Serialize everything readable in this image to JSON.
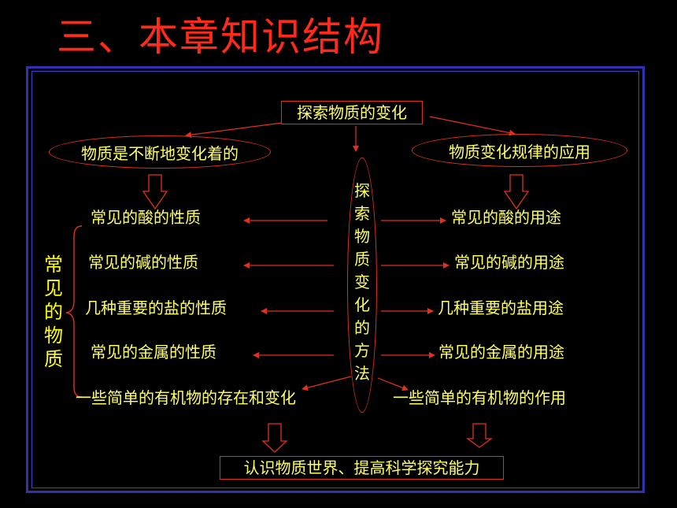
{
  "title": "三、本章知识结构",
  "top_box": "探索物质的变化",
  "left_header": "物质是不断地变化着的",
  "right_header": "物质变化规律的应用",
  "center_method": "探索物质变化的方法",
  "side_label": "常见的物质",
  "left_items": [
    "常见的酸的性质",
    "常见的碱的性质",
    "几种重要的盐的性质",
    "常见的金属的性质",
    "一些简单的有机物的存在和变化"
  ],
  "right_items": [
    "常见的酸的用途",
    "常见的碱的用途",
    "几种重要的盐用途",
    "常见的金属的用途",
    "一些简单的有机物的作用"
  ],
  "bottom_box": "认识物质世界、提高科学探究能力",
  "colors": {
    "background": "#000000",
    "title": "#ff2a1a",
    "text": "#ffff66",
    "lines": "#e03020",
    "frame": "#3030b0"
  }
}
